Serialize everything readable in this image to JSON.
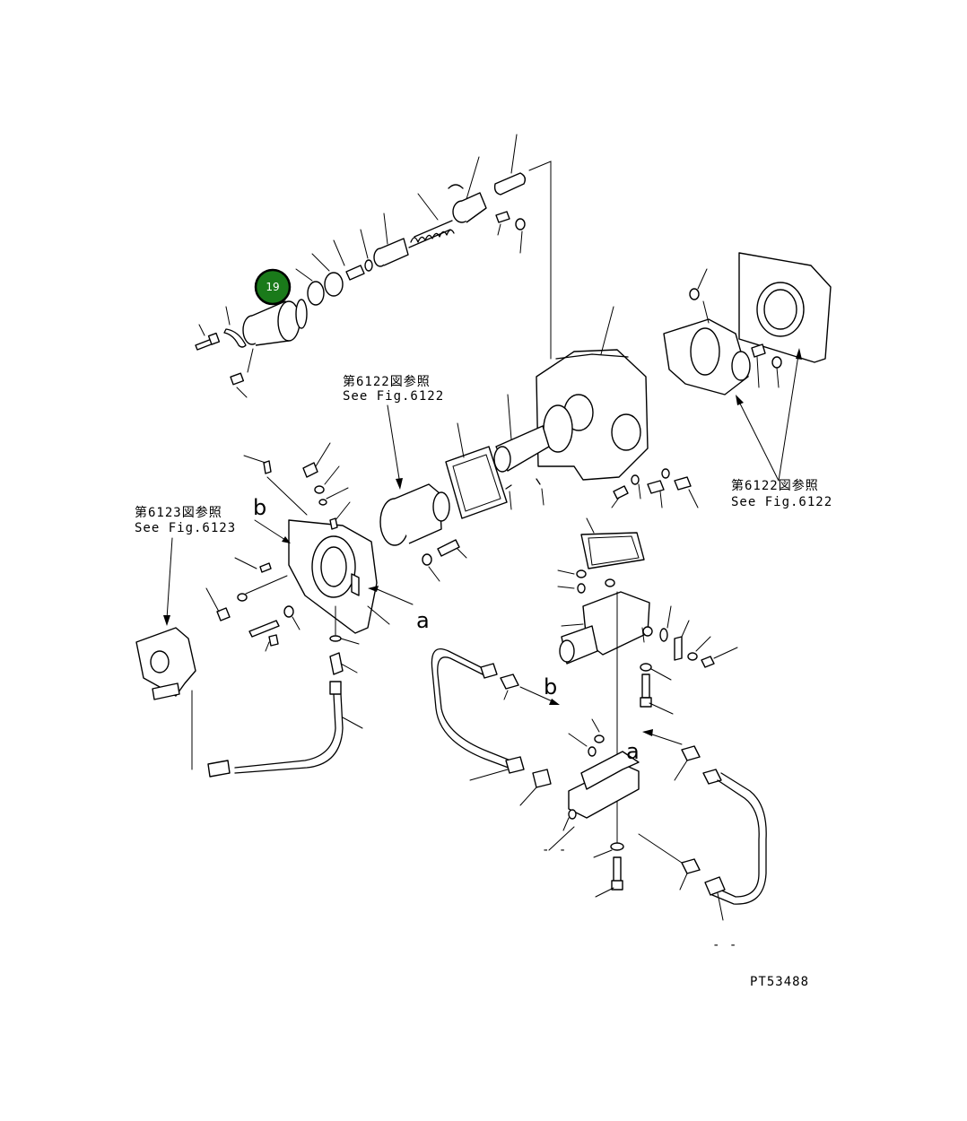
{
  "diagram": {
    "drawing_number": "PT53488",
    "references": [
      {
        "jp": "第6122図参照",
        "en": "See Fig.6122"
      },
      {
        "jp": "第6122図参照",
        "en": "See Fig.6122"
      },
      {
        "jp": "第6123図参照",
        "en": "See Fig.6123"
      }
    ],
    "markers": {
      "a": "a",
      "b": "b"
    },
    "highlighted_callout": {
      "label": "19",
      "color": "#1a7a1a"
    }
  }
}
